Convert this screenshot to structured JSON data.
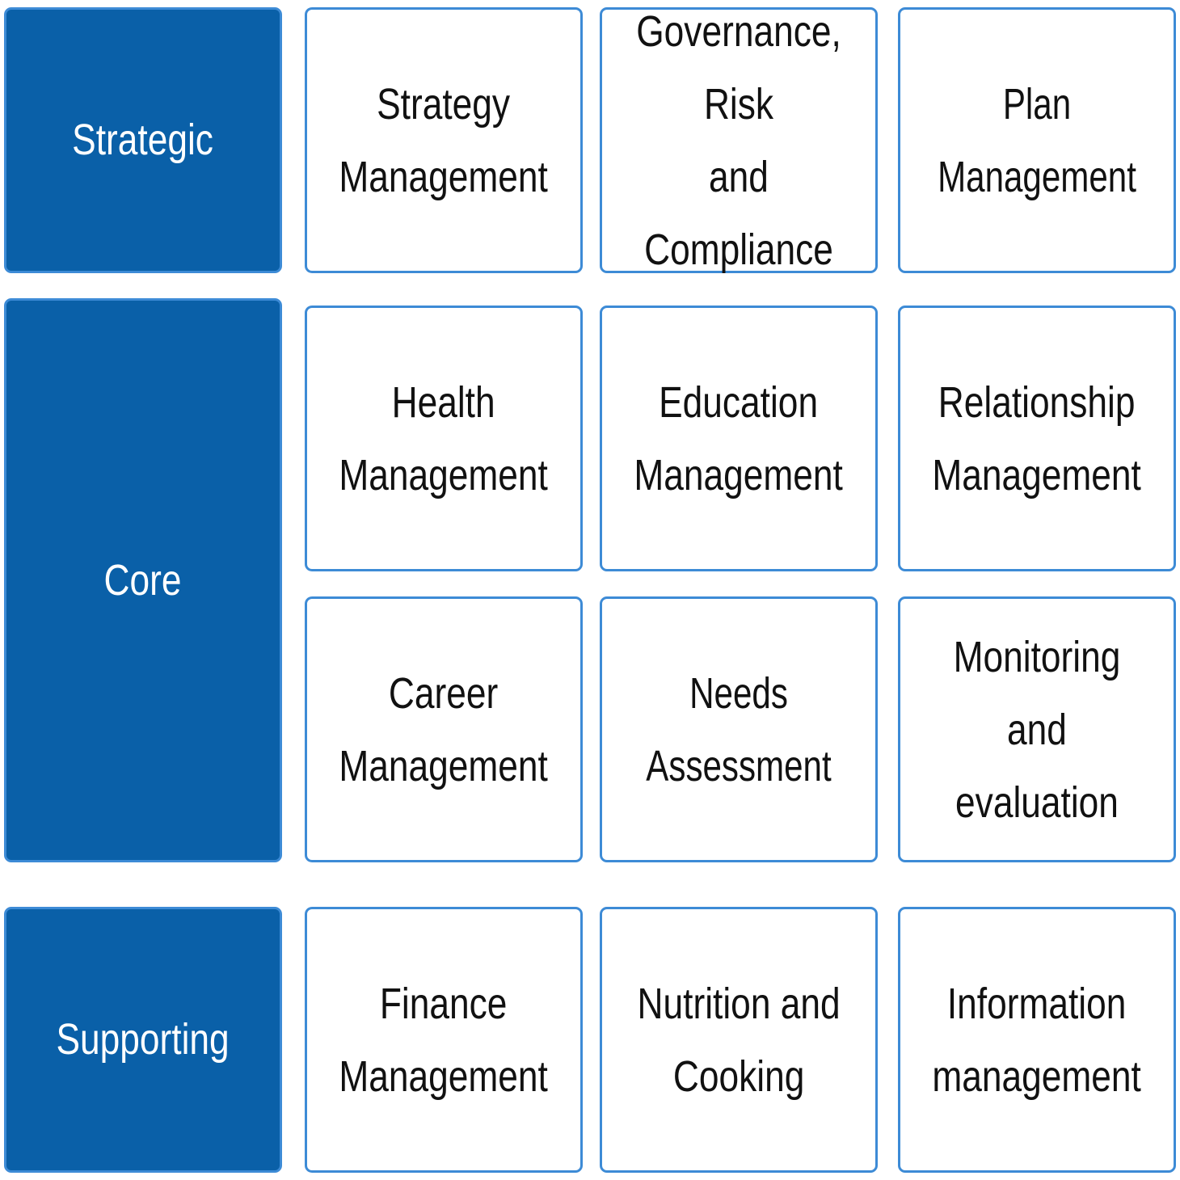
{
  "colors": {
    "category_fill": "#0a60a8",
    "border": "#3d8bd6",
    "card_fill": "#ffffff",
    "category_text": "#ffffff",
    "card_text": "#111111"
  },
  "categories": {
    "strategic": "Strategic",
    "core": "Core",
    "supporting": "Supporting"
  },
  "capabilities": {
    "strategy_management": "Strategy\nManagement",
    "governance_risk_compliance": "Governance, Risk\nand Compliance",
    "plan_management": "Plan Management",
    "health_management": "Health\nManagement",
    "education_management": "Education\nManagement",
    "relationship_management": "Relationship\nManagement",
    "career_management": "Career\nManagement",
    "needs_assessment": "Needs Assessment",
    "monitoring_evaluation": "Monitoring and\nevaluation",
    "finance_management": "Finance\nManagement",
    "nutrition_cooking": "Nutrition and\nCooking",
    "information_management": "Information\nmanagement"
  }
}
